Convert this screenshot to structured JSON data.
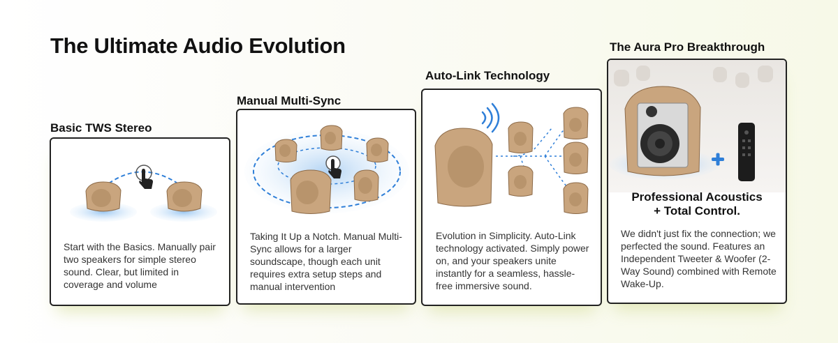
{
  "page": {
    "title": "The Ultimate Audio Evolution"
  },
  "stages": [
    {
      "title": "Basic TWS Stereo",
      "description": "Start with the Basics. Manually pair two speakers for simple stereo sound. Clear, but limited in coverage and volume"
    },
    {
      "title": "Manual Multi-Sync",
      "description": "Taking It Up a Notch. Manual Multi-Sync allows for a larger soundscape, though each unit requires extra setup steps and manual intervention"
    },
    {
      "title": "Auto-Link Technology",
      "description": "Evolution in Simplicity. Auto-Link technology activated. Simply power on, and your speakers unite instantly for a seamless, hassle-free immersive sound."
    },
    {
      "title": "The Aura Pro Breakthrough",
      "headline_line1": "Professional Acoustics",
      "headline_line2": "+ Total Control.",
      "description": "We didn't just fix the connection; we perfected the sound. Features an Independent Tweeter & Woofer (2-Way Sound) combined with Remote Wake-Up."
    }
  ],
  "colors": {
    "rock": "#c9a57e",
    "rock_dark": "#8c6a48",
    "link_blue": "#2f7fd8",
    "glow_blue": "#a9cdf2",
    "accent_plus": "#2f7fd8"
  },
  "icons": [
    "tap-hand-icon",
    "wireless-signal-icon",
    "plus-icon",
    "remote-control-icon"
  ]
}
